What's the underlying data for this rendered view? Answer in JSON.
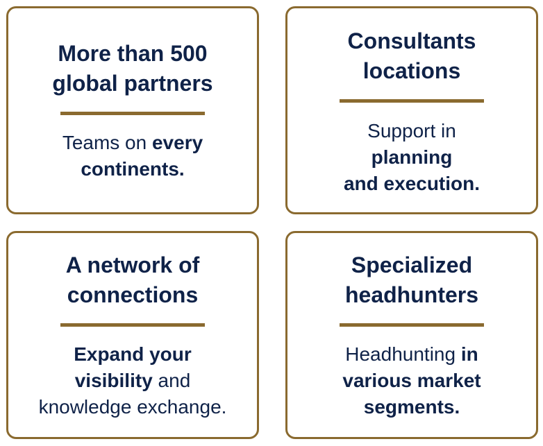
{
  "cards": [
    {
      "title": [
        "More than 500",
        "global partners"
      ],
      "body": [
        [
          {
            "t": "Teams on ",
            "b": false
          },
          {
            "t": "every",
            "b": true
          }
        ],
        [
          {
            "t": "continents.",
            "b": true
          }
        ]
      ]
    },
    {
      "title": [
        "Consultants",
        "locations"
      ],
      "body": [
        [
          {
            "t": "Support in",
            "b": false
          }
        ],
        [
          {
            "t": "planning",
            "b": true
          }
        ],
        [
          {
            "t": "and execution.",
            "b": true
          }
        ]
      ]
    },
    {
      "title": [
        "A network of",
        "connections"
      ],
      "body": [
        [
          {
            "t": "Expand your",
            "b": true
          }
        ],
        [
          {
            "t": "visibility",
            "b": true
          },
          {
            "t": " and",
            "b": false
          }
        ],
        [
          {
            "t": "knowledge exchange.",
            "b": false
          }
        ]
      ]
    },
    {
      "title": [
        "Specialized",
        "headhunters"
      ],
      "body": [
        [
          {
            "t": "Headhunting ",
            "b": false
          },
          {
            "t": "in",
            "b": true
          }
        ],
        [
          {
            "t": "various market",
            "b": true
          }
        ],
        [
          {
            "t": "segments.",
            "b": true
          }
        ]
      ]
    }
  ],
  "colors": {
    "text": "#0f2248",
    "accent": "#8a6a2f"
  }
}
